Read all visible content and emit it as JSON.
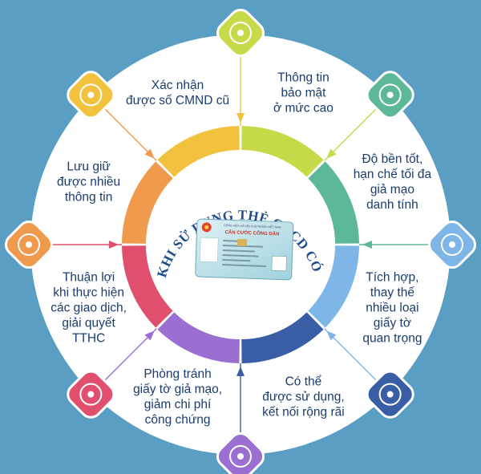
{
  "center": {
    "title": "TIỆN ÍCH KHI SỬ DỤNG THẺ CCCD CÓ GẮN CHIP",
    "card": {
      "header": "CỘNG HÒA XÃ HỘI CHỦ NGHĨA VIỆT NAM",
      "title": "CĂN CƯỚC CÔNG DÂN"
    }
  },
  "benefits": [
    {
      "lines": [
        "Thông tin",
        "bảo mật",
        "ở mức cao"
      ],
      "color": "#c8d94a",
      "icon": "network-people-icon"
    },
    {
      "lines": [
        "Độ bền tốt,",
        "hạn chế tối đa",
        "giả mạo",
        "danh tính"
      ],
      "color": "#5cb896",
      "icon": "person-gear-icon"
    },
    {
      "lines": [
        "Tích hợp,",
        "thay thế",
        "nhiều loại",
        "giấy tờ",
        "quan trọng"
      ],
      "color": "#7fb6e8",
      "icon": "document-icon"
    },
    {
      "lines": [
        "Có thể",
        "được sử dụng,",
        "kết nối rộng rãi"
      ],
      "color": "#3a5ea6",
      "icon": "globe-icon"
    },
    {
      "lines": [
        "Phòng tránh",
        "giấy tờ giả mạo,",
        "giảm chi phí",
        "công chứng"
      ],
      "color": "#9b6fd1",
      "icon": "money-exchange-icon"
    },
    {
      "lines": [
        "Thuận lợi",
        "khi thực hiện",
        "các giao dịch,",
        "giải quyết",
        "TTHC"
      ],
      "color": "#e0506e",
      "icon": "handshake-icon"
    },
    {
      "lines": [
        "Lưu giữ",
        "được nhiều",
        "thông tin"
      ],
      "color": "#ef9a4c",
      "icon": "data-nodes-icon"
    },
    {
      "lines": [
        "Xác nhận",
        "được số CMND cũ"
      ],
      "color": "#f2c23e",
      "icon": "id-fingerprint-icon"
    }
  ]
}
